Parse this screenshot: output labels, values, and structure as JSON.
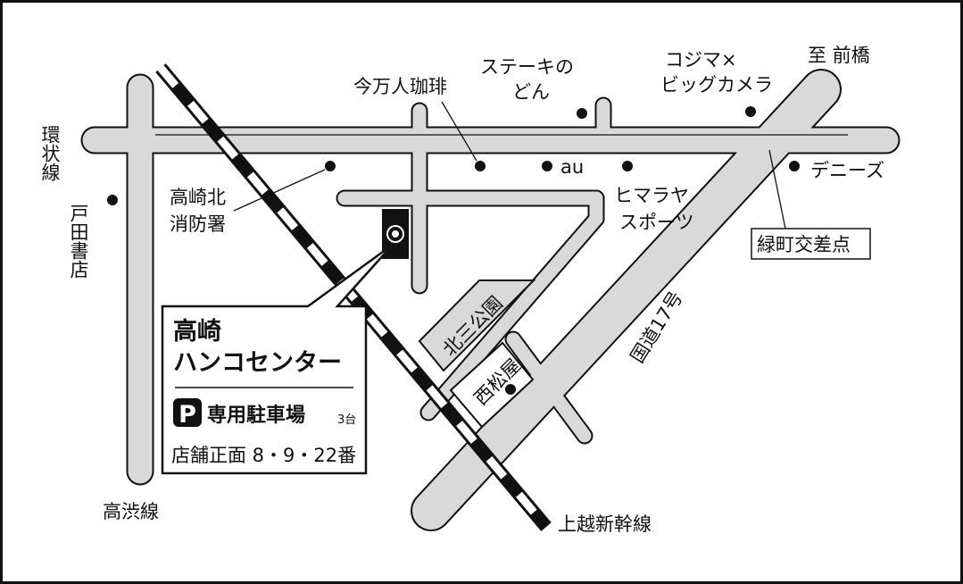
{
  "colors": {
    "road": "#d9d9d9",
    "outline": "#111111",
    "background": "#ffffff"
  },
  "roads": {
    "kanjo": "環状線",
    "takashibu": "高渋線",
    "route17": "国道17号",
    "shinkansen": "上越新幹線",
    "to_maebashi": "至 前橋"
  },
  "landmarks": {
    "toda_shoten": "戸田書店",
    "fire_station": [
      "高崎北",
      "消防署"
    ],
    "coffee": "今万人珈琲",
    "steak": [
      "ステーキの",
      "どん"
    ],
    "au": "au",
    "kojima": [
      "コジマ×",
      "ビッグカメラ"
    ],
    "dennys": "デニーズ",
    "himaraya": [
      "ヒマラヤ",
      "スポーツ"
    ],
    "intersection": "緑町交差点",
    "park": "北三公園",
    "nishimatsuya": "西松屋"
  },
  "store": {
    "name_line1": "高崎",
    "name_line2": "ハンコセンター",
    "parking_icon": "P",
    "parking_label": "専用駐車場",
    "parking_count": "3台",
    "parking_spots": "店舗正面 8・9・22番"
  }
}
